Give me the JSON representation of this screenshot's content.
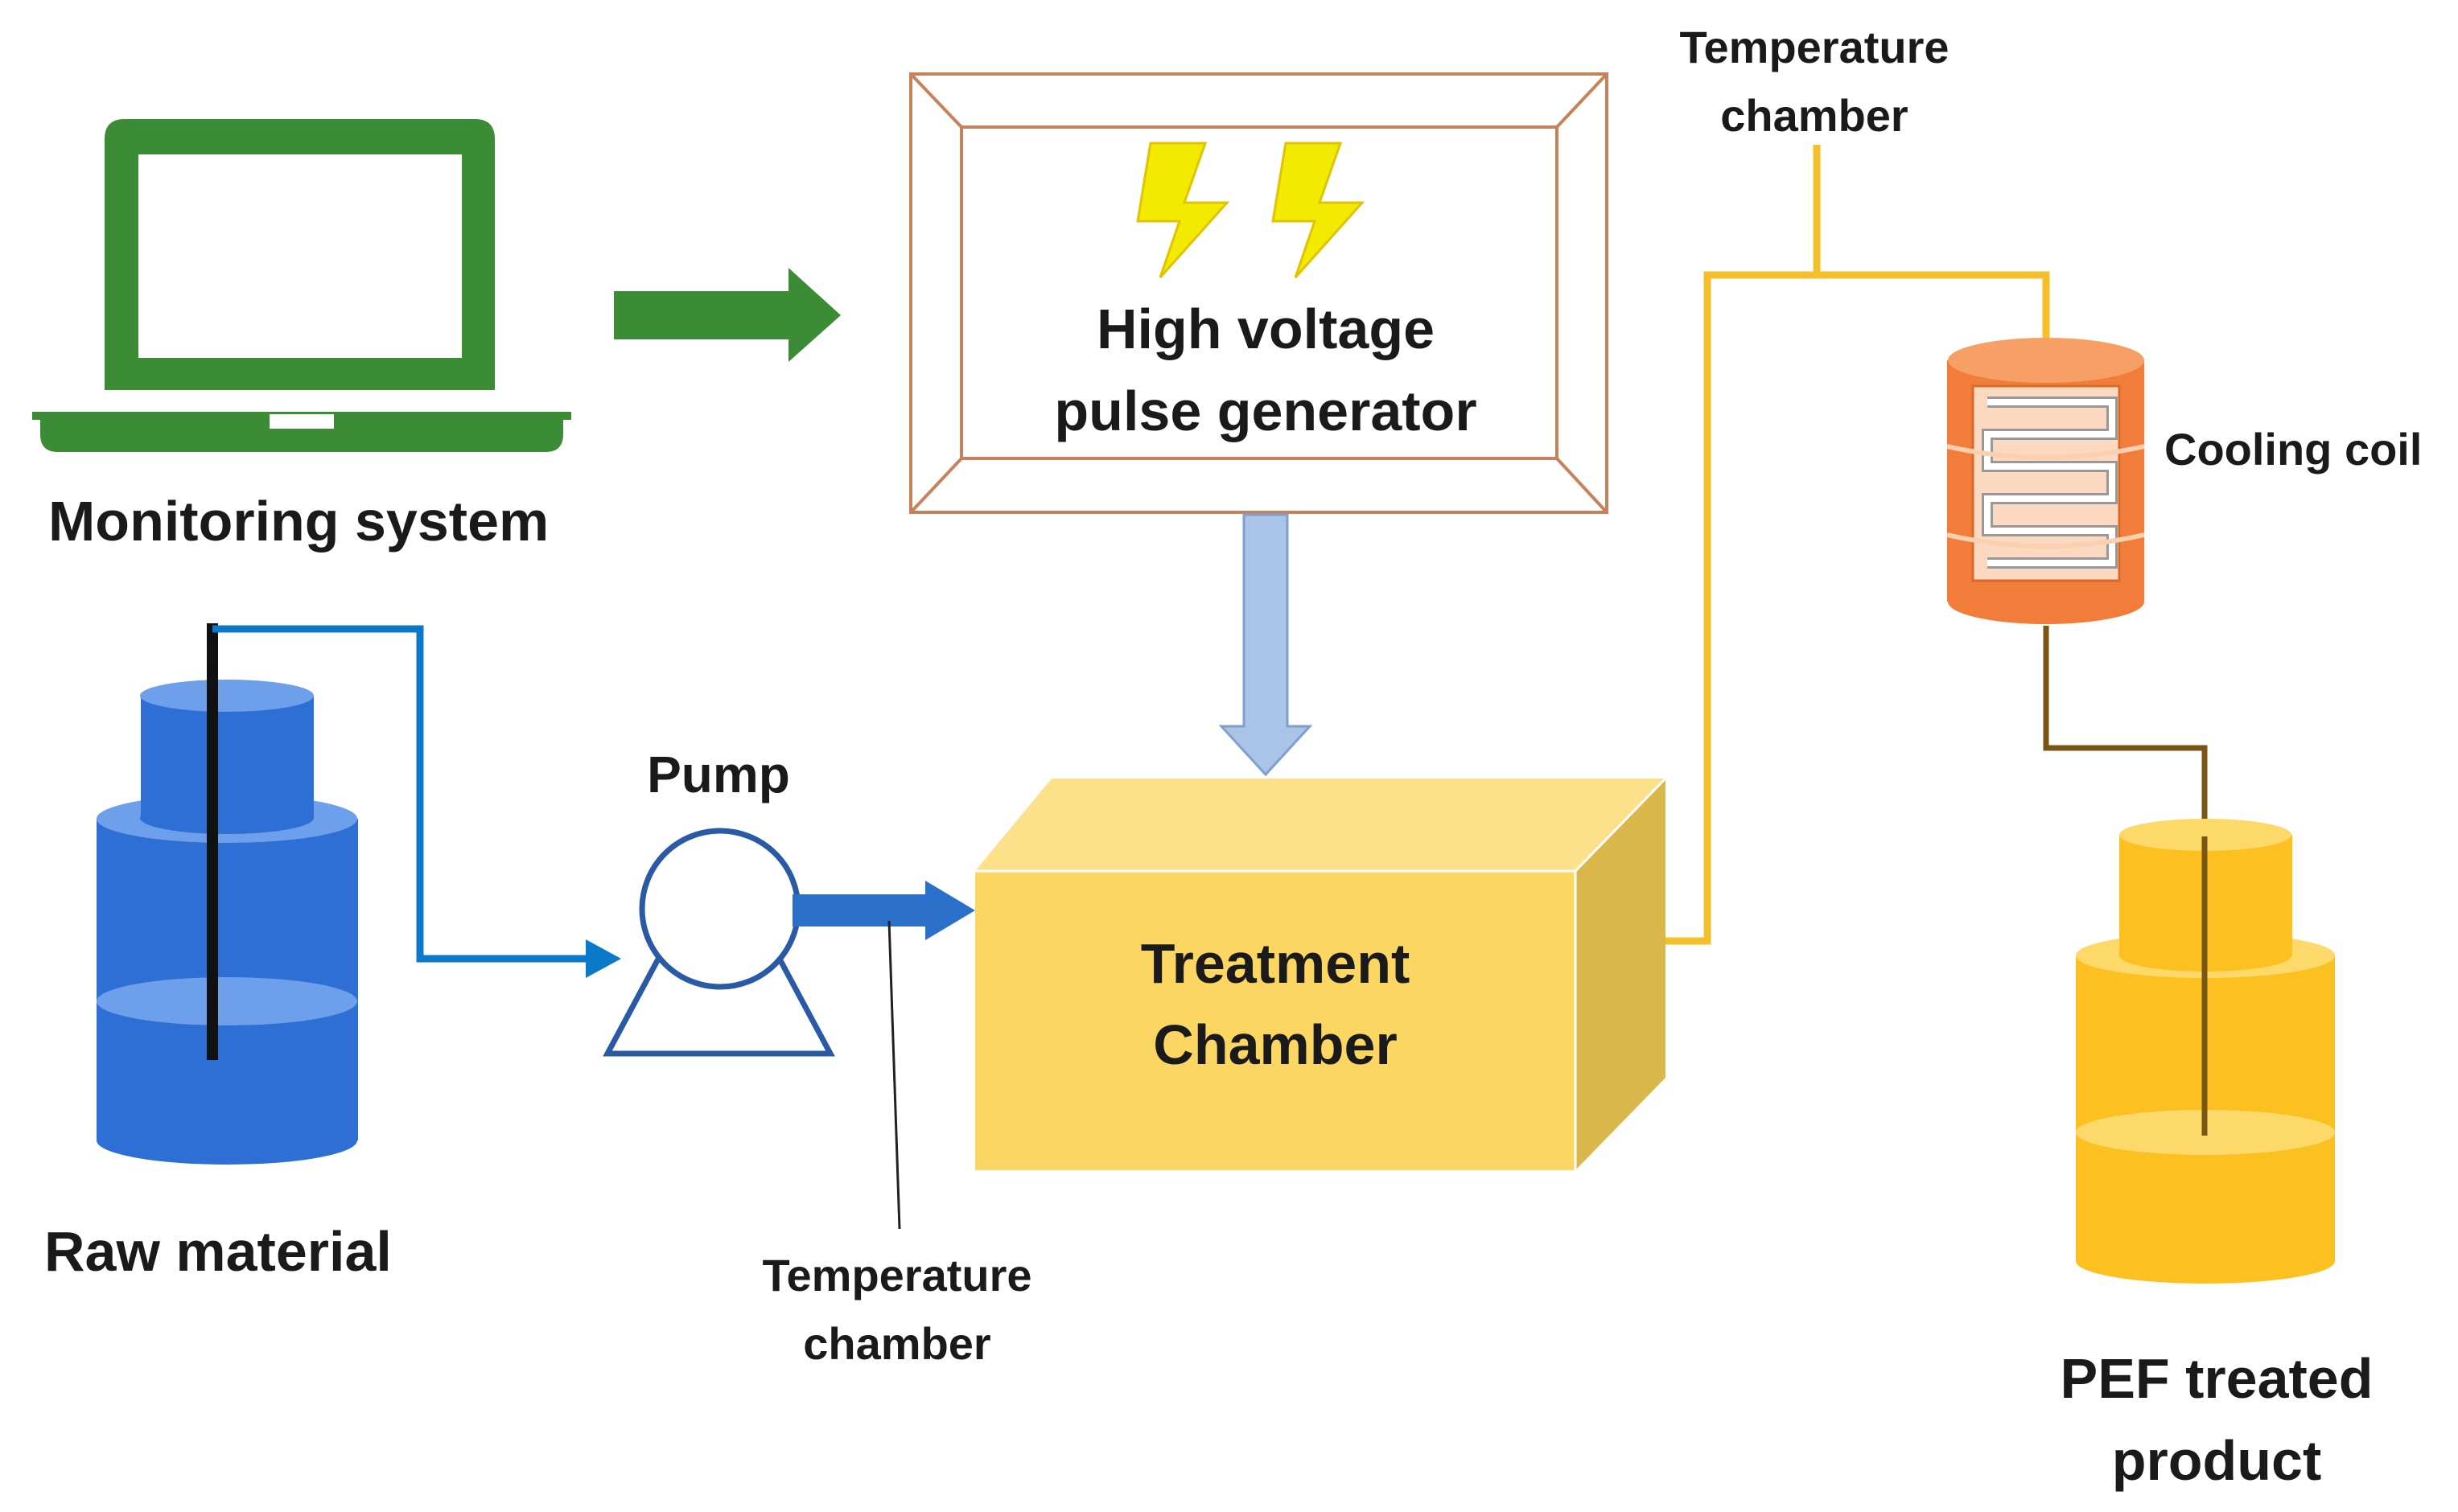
{
  "labels": {
    "monitoring_system": "Monitoring system",
    "generator_line1": "High voltage",
    "generator_line2": "pulse generator",
    "temp_top_line1": "Temperature",
    "temp_top_line2": "chamber",
    "cooling_coil": "Cooling coil",
    "pump": "Pump",
    "treatment_line1": "Treatment",
    "treatment_line2": "Chamber",
    "raw_material": "Raw material",
    "temp_bottom_line1": "Temperature",
    "temp_bottom_line2": "chamber",
    "product_line1": "PEF treated",
    "product_line2": "product"
  },
  "icons": {
    "monitoring": "laptop-icon",
    "generator": "lightning-bolt-icon",
    "pump": "pump-icon",
    "raw_material": "tank-icon",
    "product": "tank-icon",
    "cooling": "cooling-coil-icon"
  },
  "colors": {
    "monitoring_green": "#3b8c34",
    "generator_frame": "#c8825a",
    "bolt_yellow": "#f2ea00",
    "power_arrow": "#a9c4e6",
    "raw_blue": "#2e6fd6",
    "feed_line_blue": "#0b79c9",
    "pump_outline": "#2a5aa6",
    "chamber_yellow": "#fcd663",
    "temp_line_orange": "#f4bf2a",
    "coil_orange": "#f27c3a",
    "outlet_brown": "#7a5614",
    "product_yellow": "#fcc120"
  }
}
